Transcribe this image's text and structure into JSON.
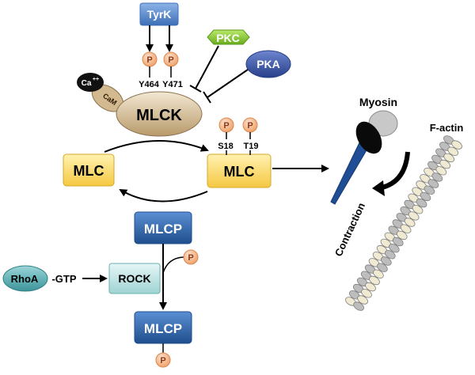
{
  "labels": {
    "tyrk": "TyrK",
    "pkc": "PKC",
    "pka": "PKA",
    "ca": "Ca",
    "ca_sup": "++",
    "cam": "CaM",
    "mlck": "MLCK",
    "y464": "Y464",
    "y471": "Y471",
    "s18": "S18",
    "t19": "T19",
    "mlc_left": "MLC",
    "mlc_right": "MLC",
    "mlcp_top": "MLCP",
    "mlcp_bottom": "MLCP",
    "rhoa": "RhoA",
    "gtp": "-GTP",
    "rock": "ROCK",
    "p": "P",
    "myosin": "Myosin",
    "factin": "F-actin",
    "contraction": "Contraction"
  },
  "colors": {
    "tyrk": "#5b8fd0",
    "pkc": "#8fcf3a",
    "pka": "#3f57a6",
    "mlck": "#d9c6a2",
    "cam": "#bfa98a",
    "mlc": "#ffd966",
    "mlcp": "#2f5b9a",
    "rock": "#bfe6e6",
    "rhoa": "#5fb3b8",
    "phospho": "#f4b183",
    "myosin_head": "#1f4e96",
    "actin_gray": "#bdbdbd",
    "actin_cream": "#f1ead2"
  }
}
